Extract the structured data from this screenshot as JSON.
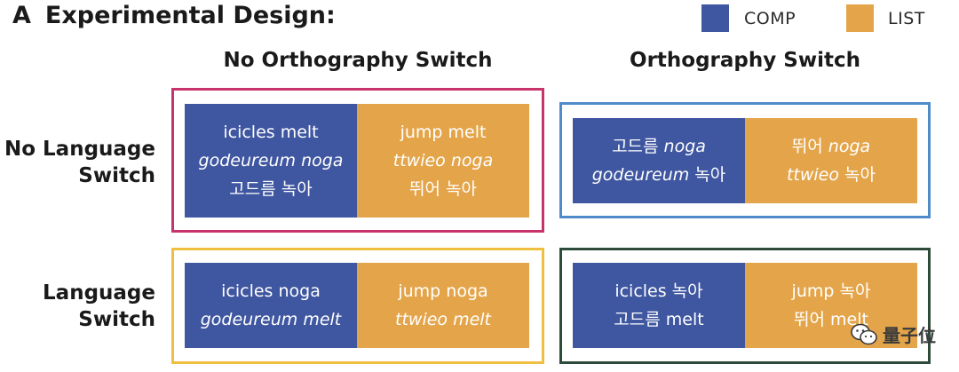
{
  "title": {
    "letter": "A",
    "text": "Experimental Design:"
  },
  "legend": [
    {
      "label": "COMP",
      "color": "#3f56a0"
    },
    {
      "label": "LIST",
      "color": "#e4a54a"
    }
  ],
  "columns": [
    "No Orthography Switch",
    "Orthography Switch"
  ],
  "rows": [
    {
      "line1": "No Language",
      "line2": "Switch"
    },
    {
      "line1": "Language",
      "line2": "Switch"
    }
  ],
  "frame_colors": {
    "no_lang_no_orth": "#c8336b",
    "no_lang_orth": "#4f8bc9",
    "lang_no_orth": "#efc040",
    "lang_orth": "#2d4a3a"
  },
  "cells": {
    "no_lang_no_orth": {
      "comp": [
        "icicles melt",
        "godeureum noga",
        "고드름 녹아"
      ],
      "list": [
        "jump melt",
        "ttwieo noga",
        "뛰어 녹아"
      ]
    },
    "no_lang_orth": {
      "comp": [
        "고드름 noga",
        "godeureum 녹아"
      ],
      "list": [
        "뛰어 noga",
        "ttwieo 녹아"
      ]
    },
    "lang_no_orth": {
      "comp": [
        "icicles noga",
        "godeureum melt"
      ],
      "list": [
        "jump noga",
        "ttwieo melt"
      ]
    },
    "lang_orth": {
      "comp": [
        "icicles 녹아",
        "고드름 melt"
      ],
      "list": [
        "jump 녹아",
        "뛰어 melt"
      ]
    }
  },
  "watermark": {
    "icon": "wechat-icon",
    "text": "量子位"
  }
}
